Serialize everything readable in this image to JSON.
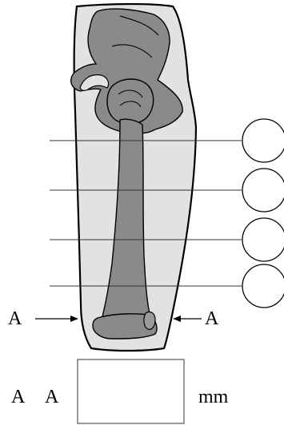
{
  "labels": {
    "section_left": "A",
    "section_right": "A",
    "bottom_a1": "A",
    "bottom_a2": "A",
    "unit": "mm"
  },
  "input_box": {
    "value": ""
  },
  "colors": {
    "limb_fill": "#e2e2e2",
    "bone_fill": "#8a8a8a",
    "outline": "#000000",
    "guide_line": "#333333"
  },
  "icons": {
    "arrow_left": "right-arrow-icon",
    "arrow_right": "left-arrow-icon"
  }
}
